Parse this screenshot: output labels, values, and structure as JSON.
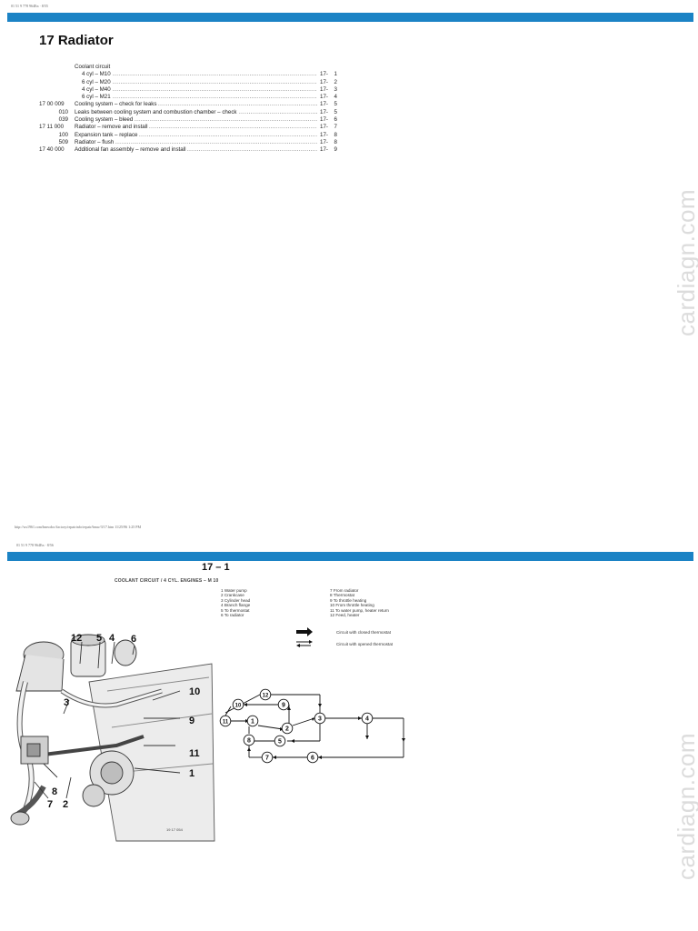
{
  "page1": {
    "header_tiny": "01 51 9 778 964En · 8/55",
    "title": "17 Radiator",
    "toc_heading": "Coolant circuit",
    "toc": [
      {
        "code": "",
        "label": "4 cyl – M10",
        "page": "17-",
        "num": "1",
        "indent": 1
      },
      {
        "code": "",
        "label": "6 cyl – M20",
        "page": "17-",
        "num": "2",
        "indent": 1
      },
      {
        "code": "",
        "label": "4 cyl – M40",
        "page": "17-",
        "num": "3",
        "indent": 1
      },
      {
        "code": "",
        "label": "6 cyl – M21",
        "page": "17-",
        "num": "4",
        "indent": 1
      },
      {
        "code": "17 00 009",
        "label": "Cooling system – check for leaks",
        "page": "17-",
        "num": "5",
        "indent": 0
      },
      {
        "code": "010",
        "label": "Leaks between cooling system and combustion chamber – check",
        "page": "17-",
        "num": "5",
        "indent": 0,
        "sub": true
      },
      {
        "code": "039",
        "label": "Cooling system – bleed",
        "page": "17-",
        "num": "6",
        "indent": 0,
        "sub": true
      },
      {
        "code": "17 11 000",
        "label": "Radiator – remove and install",
        "page": "17-",
        "num": "7",
        "indent": 0
      },
      {
        "code": "100",
        "label": "Expansion tank – replace",
        "page": "17-",
        "num": "8",
        "indent": 0,
        "sub": true
      },
      {
        "code": "509",
        "label": "Radiator – flush",
        "page": "17-",
        "num": "8",
        "indent": 0,
        "sub": true
      },
      {
        "code": "17 40 000",
        "label": "Additional fan assembly – remove and install",
        "page": "17-",
        "num": "9",
        "indent": 0
      }
    ],
    "footer_tiny": "http://ws1961.com/bmwdoc/factory/repairinfo/repair/bmw/3/17.htm 11/25/96 1:25 PM",
    "watermark": "cardiagn.com"
  },
  "page2": {
    "header_tiny": "01 51 9 778 964En · 8/56",
    "page_header": "17 – 1",
    "diagram_title": "COOLANT CIRCUIT / 4 CYL. ENGINES – M 10",
    "legend_left": [
      "1  Water pump",
      "2  Crankcase",
      "3  Cylinder head",
      "4  Branch flange",
      "5  To thermostat",
      "6  To radiator"
    ],
    "legend_right": [
      "7  From radiator",
      "8  Thermostat",
      "9  To throttle heating",
      "10  From throttle heating",
      "11  To water pump, heater return",
      "12  Feed, heater"
    ],
    "arrow_closed": "Circuit with closed thermostat",
    "arrow_opened": "Circuit with opened thermostat",
    "engine_callouts": [
      "12",
      "5",
      "4",
      "6",
      "3",
      "10",
      "9",
      "11",
      "1",
      "8",
      "7",
      "2"
    ],
    "image_code": "19 17 054",
    "nodes": [
      "1",
      "2",
      "3",
      "4",
      "5",
      "6",
      "7",
      "8",
      "9",
      "10",
      "11",
      "12"
    ],
    "watermark": "cardiagn.com"
  },
  "colors": {
    "accent_bar": "#1b83c5",
    "watermark": "#dcdcdc"
  }
}
